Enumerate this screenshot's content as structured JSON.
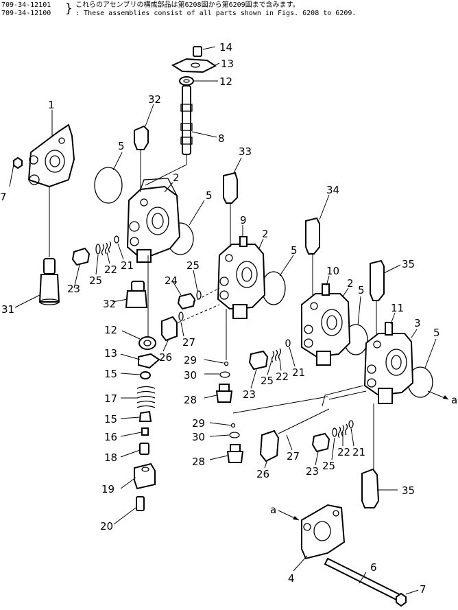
{
  "header": {
    "part_no_1": "709-34-12101",
    "part_no_2": "709-34-12100",
    "note_jp": "これらのアセンブリの構成部品は第6208図から第6209図まで含みます。",
    "note_en": "These assemblies consist of all parts shown in Figs. 6208 to 6209."
  },
  "labels": {
    "l1": "1",
    "l2a": "2",
    "l2b": "2",
    "l2c": "2",
    "l3": "3",
    "l4": "4",
    "l5a": "5",
    "l5b": "5",
    "l5c": "5",
    "l5d": "5",
    "l5e": "5",
    "l6": "6",
    "l7a": "7",
    "l7b": "7",
    "l8": "8",
    "l9": "9",
    "l10": "10",
    "l11": "11",
    "l12a": "12",
    "l12b": "12",
    "l13a": "13",
    "l13b": "13",
    "l14": "14",
    "l15a": "15",
    "l15b": "15",
    "l16": "16",
    "l17": "17",
    "l18": "18",
    "l19": "19",
    "l20": "20",
    "l21a": "21",
    "l21b": "21",
    "l21c": "21",
    "l22a": "22",
    "l22b": "22",
    "l22c": "22",
    "l23a": "23",
    "l23b": "23",
    "l23c": "23",
    "l24": "24",
    "l25a": "25",
    "l25b": "25",
    "l25c": "25",
    "l25d": "25",
    "l26a": "26",
    "l26b": "26",
    "l27a": "27",
    "l27b": "27",
    "l28a": "28",
    "l28b": "28",
    "l29a": "29",
    "l29b": "29",
    "l30a": "30",
    "l30b": "30",
    "l31": "31",
    "l32a": "32",
    "l32b": "32",
    "l33": "33",
    "l34": "34",
    "l35a": "35",
    "l35b": "35",
    "ref_a_out": "a",
    "ref_a_in": "a"
  }
}
